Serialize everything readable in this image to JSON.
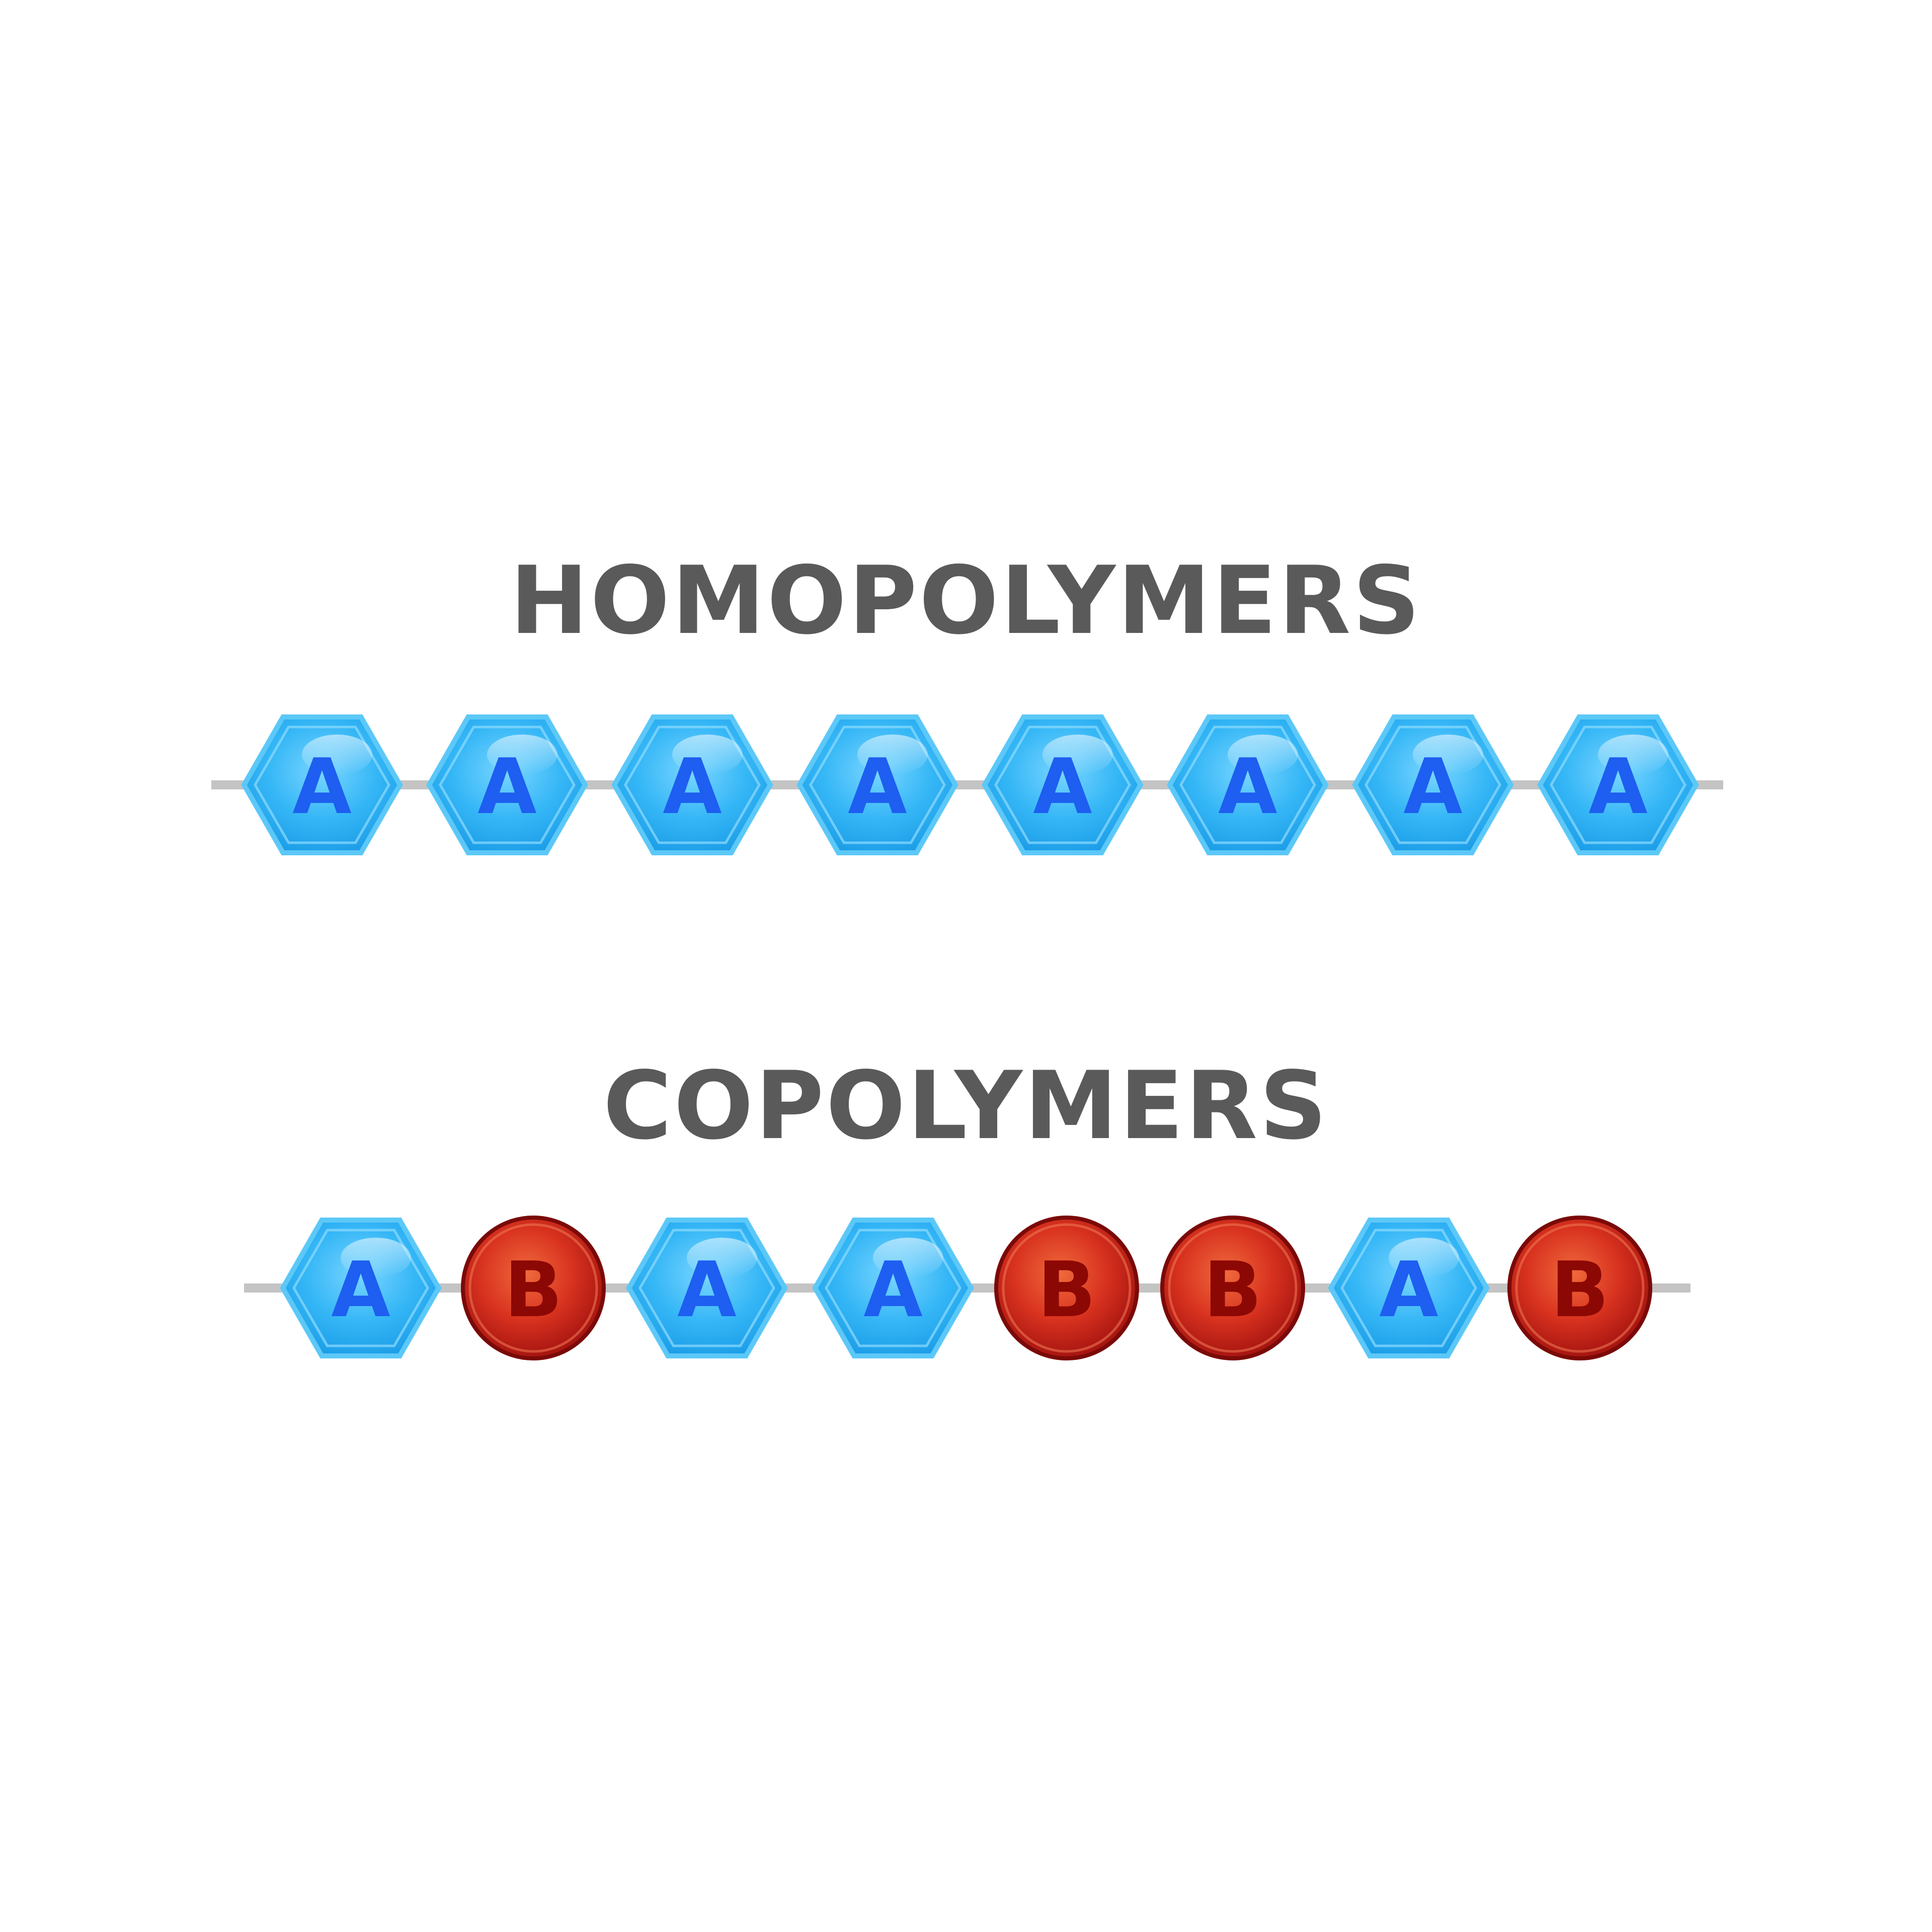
{
  "sections": [
    {
      "title": "HOMOPOLYMERS",
      "units": [
        {
          "label": "A",
          "shape": "hexagon"
        },
        {
          "label": "A",
          "shape": "hexagon"
        },
        {
          "label": "A",
          "shape": "hexagon"
        },
        {
          "label": "A",
          "shape": "hexagon"
        },
        {
          "label": "A",
          "shape": "hexagon"
        },
        {
          "label": "A",
          "shape": "hexagon"
        },
        {
          "label": "A",
          "shape": "hexagon"
        },
        {
          "label": "A",
          "shape": "hexagon"
        }
      ]
    },
    {
      "title": "COPOLYMERS",
      "units": [
        {
          "label": "A",
          "shape": "hexagon"
        },
        {
          "label": "B",
          "shape": "circle"
        },
        {
          "label": "A",
          "shape": "hexagon"
        },
        {
          "label": "A",
          "shape": "hexagon"
        },
        {
          "label": "B",
          "shape": "circle"
        },
        {
          "label": "B",
          "shape": "circle"
        },
        {
          "label": "A",
          "shape": "hexagon"
        },
        {
          "label": "B",
          "shape": "circle"
        }
      ]
    }
  ],
  "colors": {
    "title": "#5a5a5a",
    "chain_line": "#c4c4c4",
    "monomer_a_fill": "#33b5f5",
    "monomer_a_edge": "#5cc8f8",
    "monomer_a_letter": "#1e5ef0",
    "monomer_b_fill": "#d0231c",
    "monomer_b_edge": "#7a0a08",
    "monomer_b_letter": "#8c0805"
  }
}
